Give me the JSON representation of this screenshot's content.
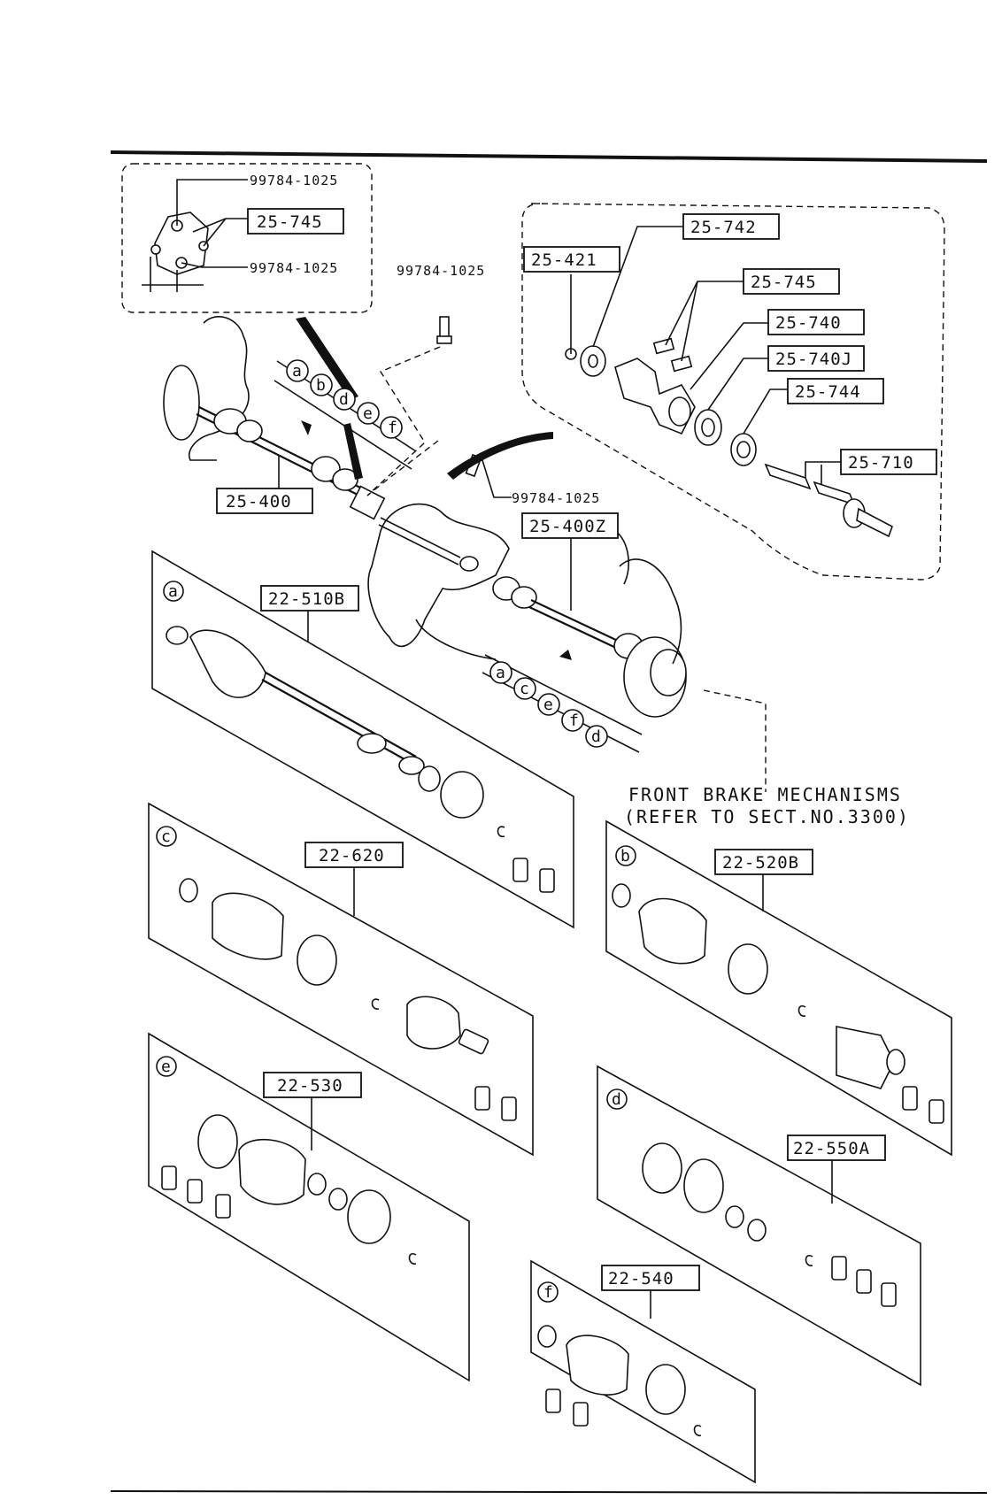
{
  "fastener_labels": {
    "inset_upper": "99784-1025",
    "inset_lower": "99784-1025",
    "center_top": "99784-1025",
    "center_mid": "99784-1025"
  },
  "part_numbers": {
    "inset_bracket": "25-745",
    "bearing_bracket": "25-745",
    "seal_clip": "25-421",
    "washer": "25-742",
    "bearing_housing": "25-740",
    "bearing_kit": "25-740J",
    "seal": "25-744",
    "joint_shaft": "25-710",
    "left_driveshaft": "25-400",
    "right_driveshaft": "25-400Z",
    "panel_a": "22-510B",
    "panel_b": "22-520B",
    "panel_c": "22-620",
    "panel_d": "22-550A",
    "panel_e": "22-530",
    "panel_f": "22-540"
  },
  "kit_letters_left": [
    "a",
    "b",
    "d",
    "e",
    "f"
  ],
  "kit_letters_right": [
    "a",
    "c",
    "e",
    "f",
    "d"
  ],
  "panel_letters": {
    "a": "a",
    "b": "b",
    "c": "c",
    "d": "d",
    "e": "e",
    "f": "f"
  },
  "note": {
    "line1": "FRONT BRAKE MECHANISMS",
    "line2": "(REFER TO SECT.NO.3300)"
  }
}
